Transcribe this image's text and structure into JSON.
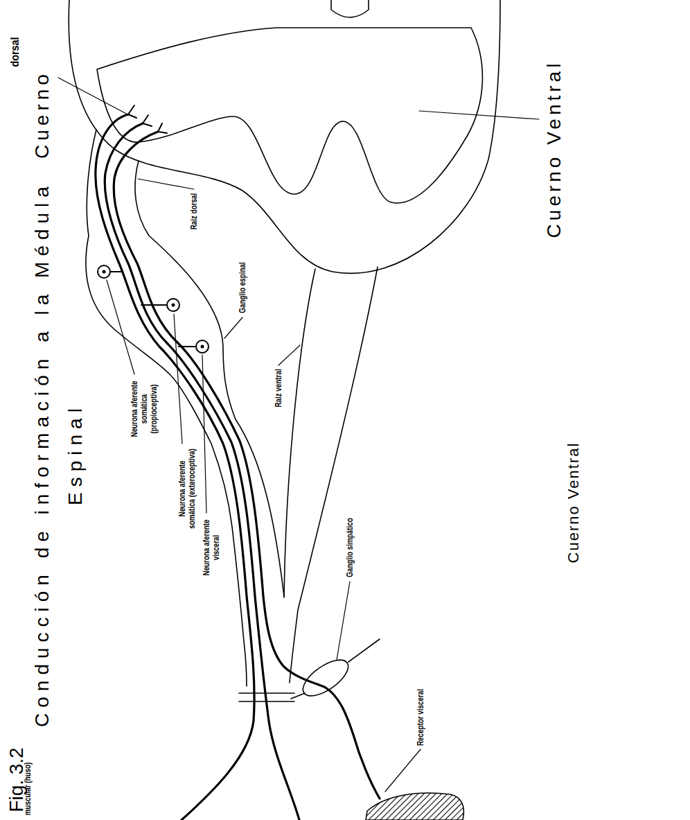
{
  "diagram": {
    "title": "Conducción de información a la Médula Espinal",
    "labels": [
      "Fig. 3.2",
      "Cuerno",
      "dorsal",
      "Cuerno Ventral",
      "Cuerno Ventral",
      "Raiz dorsal",
      "Ganglio espinal",
      "Neurona aferente somática (propioceptiva)",
      "Neurona aferente somática (exteroceptiva)",
      "Neurona aferente visceral",
      "Raiz ventral",
      "Ganglio simpático",
      "Receptor visceral",
      "muscular (huso)"
    ]
  }
}
